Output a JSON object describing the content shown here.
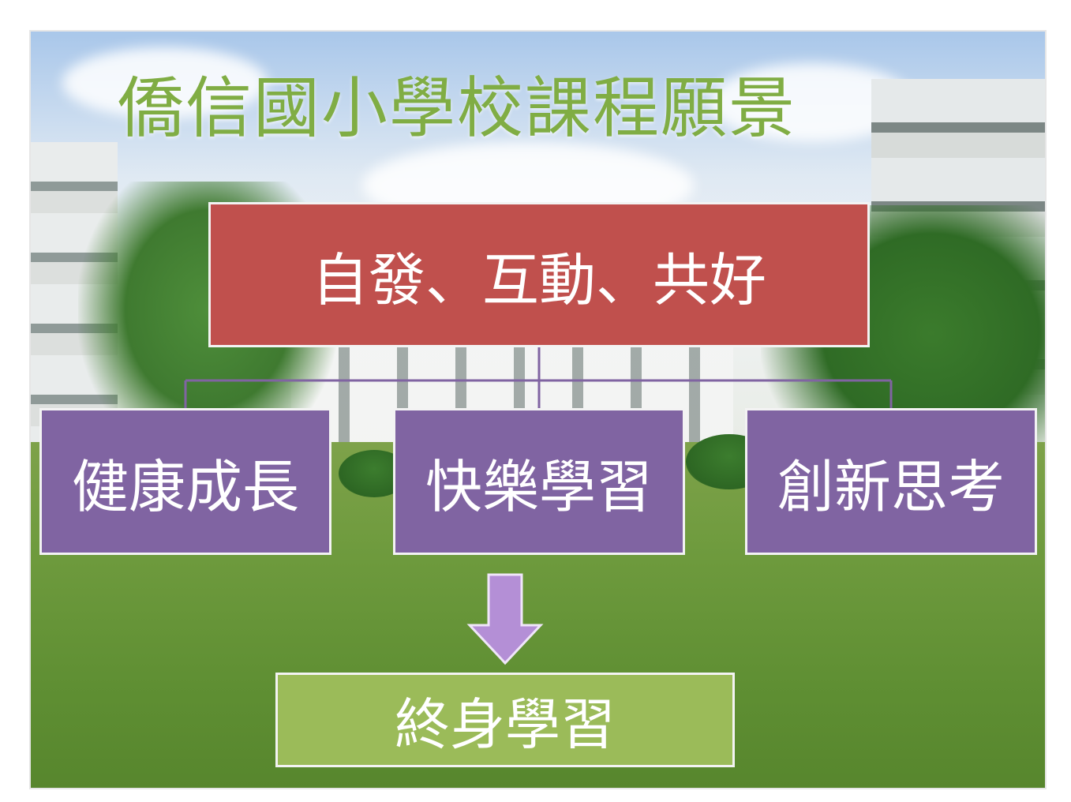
{
  "title": "僑信國小學校課程願景",
  "core": "自發、互動、共好",
  "pillars": [
    "健康成長",
    "快樂學習",
    "創新思考"
  ],
  "outcome": "終身學習",
  "colors": {
    "title": "#80ad44",
    "core_box": "#c0504d",
    "pillar_box": "#8064a2",
    "outcome_box": "#9bbb59",
    "arrow": "#b48fd6",
    "connector": "#8064a2"
  }
}
